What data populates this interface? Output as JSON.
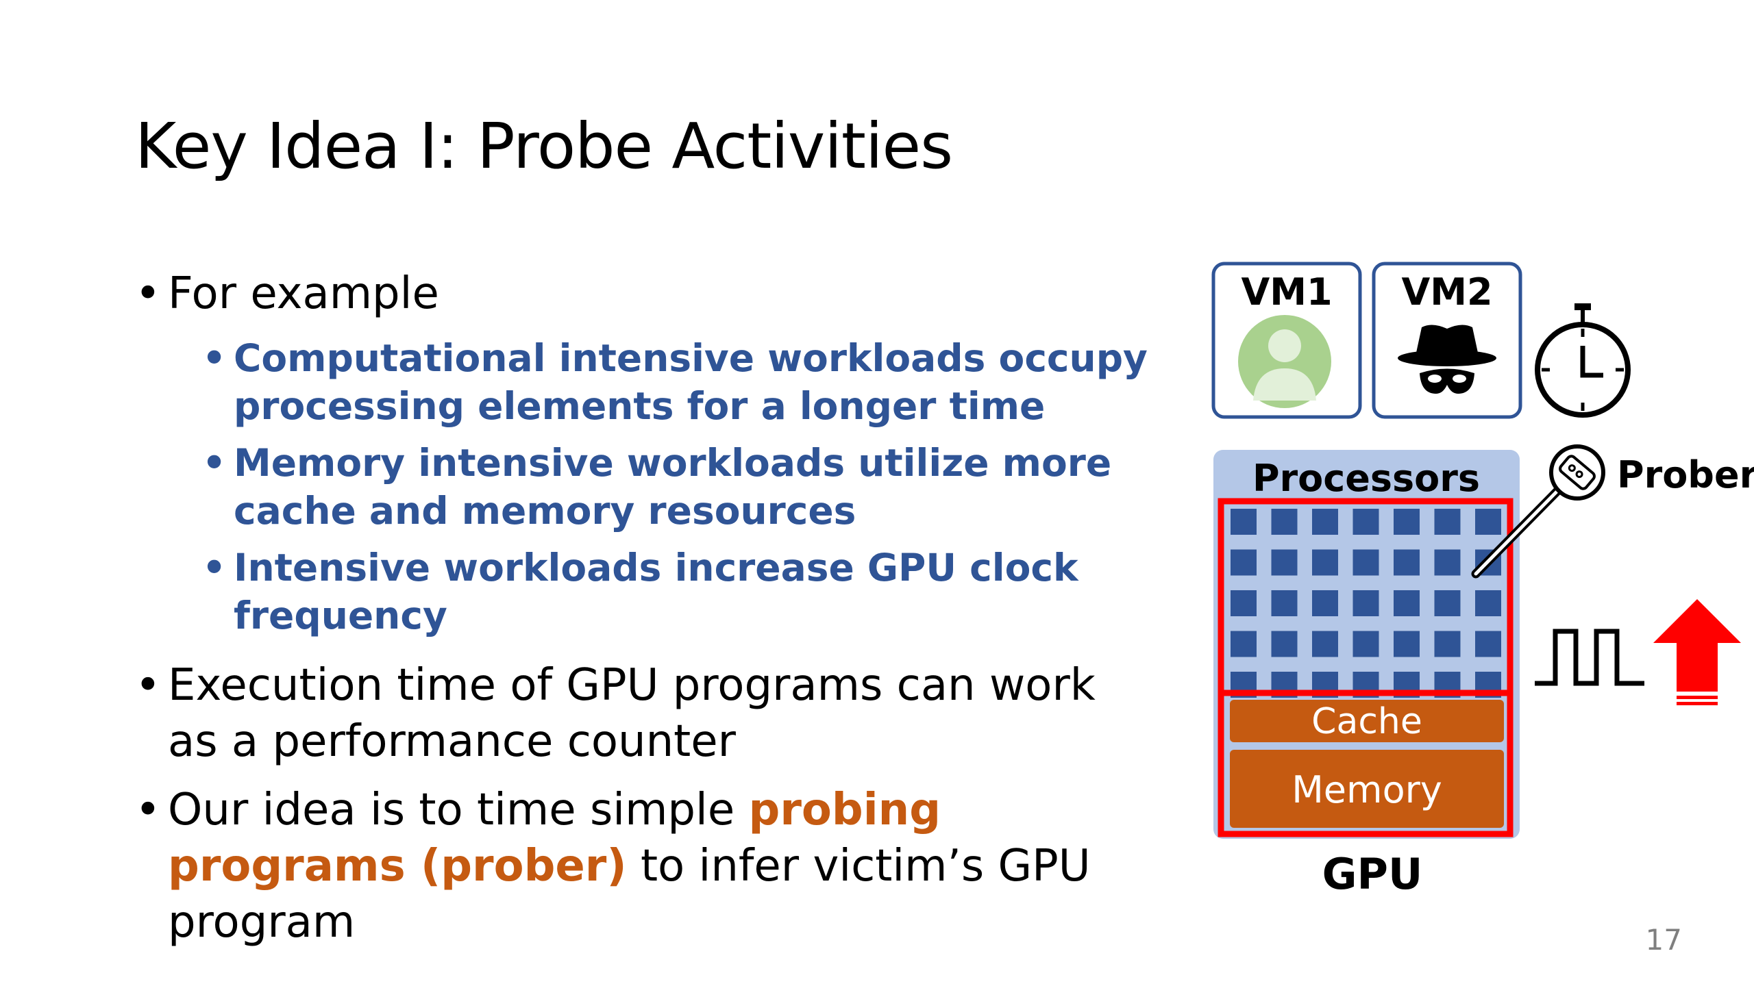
{
  "slide": {
    "title": "Key Idea I: Probe Activities",
    "page_number": "17"
  },
  "bullets": {
    "b1": "For example",
    "b1_sub": [
      "Computational intensive workloads occupy processing elements for a longer time",
      "Memory intensive workloads utilize more cache and memory resources",
      "Intensive workloads increase GPU clock frequency"
    ],
    "b2": "Execution time of GPU programs can work as a performance counter",
    "b3_pre": "Our idea is to time simple ",
    "b3_highlight": "probing programs (prober)",
    "b3_post": " to infer victim’s GPU program"
  },
  "diagram": {
    "vm1_label": "VM1",
    "vm2_label": "VM2",
    "vm1_icon": "user-avatar-icon",
    "vm2_icon": "spy-hat-icon",
    "timer_icon": "stopwatch-icon",
    "processors_label": "Processors",
    "cache_label": "Cache",
    "memory_label": "Memory",
    "gpu_label": "GPU",
    "prober_label": "Prober",
    "prober_icon": "magnifier-probe-icon",
    "clock_icon": "square-wave-icon",
    "arrow_icon": "red-up-arrow-icon",
    "colors": {
      "vm_border": "#2f5496",
      "gpu_bg": "#b4c7e7",
      "core_blue": "#2f5496",
      "highlight_red": "#ff0000",
      "block_orange": "#c55a11",
      "accent_blue_text": "#2f5496"
    }
  }
}
